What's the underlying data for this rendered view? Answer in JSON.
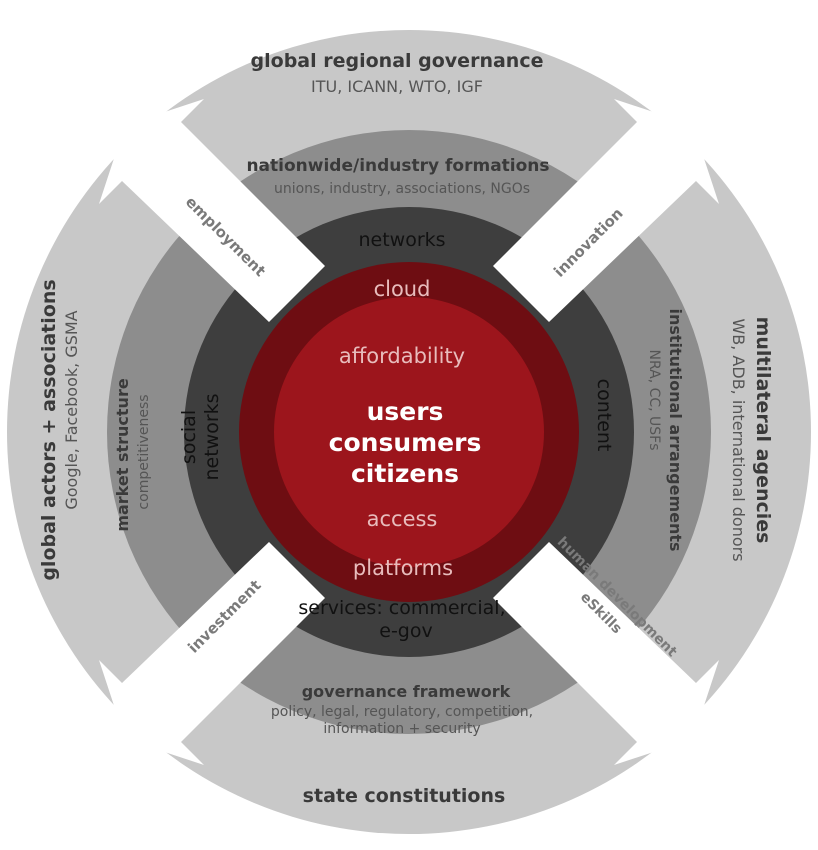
{
  "colors": {
    "outer_ring": "#c8c8c8",
    "middle_ring": "#8d8d8d",
    "inner_ring": "#3e3e3e",
    "crimson_ring": "#6e0d12",
    "core": "#9c151c",
    "arrow": "#ffffff",
    "label_dark": "#3a3a3a",
    "label_mid": "#555555",
    "label_light": "#e8bcbc"
  },
  "outer_ring": {
    "top_title": "global regional governance",
    "top_sub": "ITU, ICANN, WTO, IGF",
    "left_title": "global actors + associations",
    "left_sub": "Google, Facebook, GSMA",
    "right_title": "multilateral agencies",
    "right_sub": "WB, ADB, international donors",
    "bottom_title": "state constitutions"
  },
  "middle_ring": {
    "top_title": "nationwide/industry formations",
    "top_sub": "unions, industry, associations, NGOs",
    "left_title": "market structure",
    "left_sub": "competitiveness",
    "right_title": "institutional arrangements",
    "right_sub": "NRA, CC, USFs",
    "bottom_title": "governance framework",
    "bottom_sub_1": "policy, legal, regulatory, competition,",
    "bottom_sub_2": "information + security"
  },
  "inner_ring": {
    "top": "networks",
    "left_1": "social",
    "left_2": "networks",
    "right": "content",
    "bottom_1": "services: commercial,",
    "bottom_2": "e-gov"
  },
  "crimson_ring": {
    "top": "cloud",
    "bottom": "platforms"
  },
  "core": {
    "top": "affordability",
    "line1": "users",
    "line2": "consumers",
    "line3": "citizens",
    "bottom": "access"
  },
  "arrows": {
    "top_left": "employment",
    "top_right": "innovation",
    "bottom_left": "investment",
    "bottom_right_1": "human development",
    "bottom_right_2": "eSkills"
  }
}
